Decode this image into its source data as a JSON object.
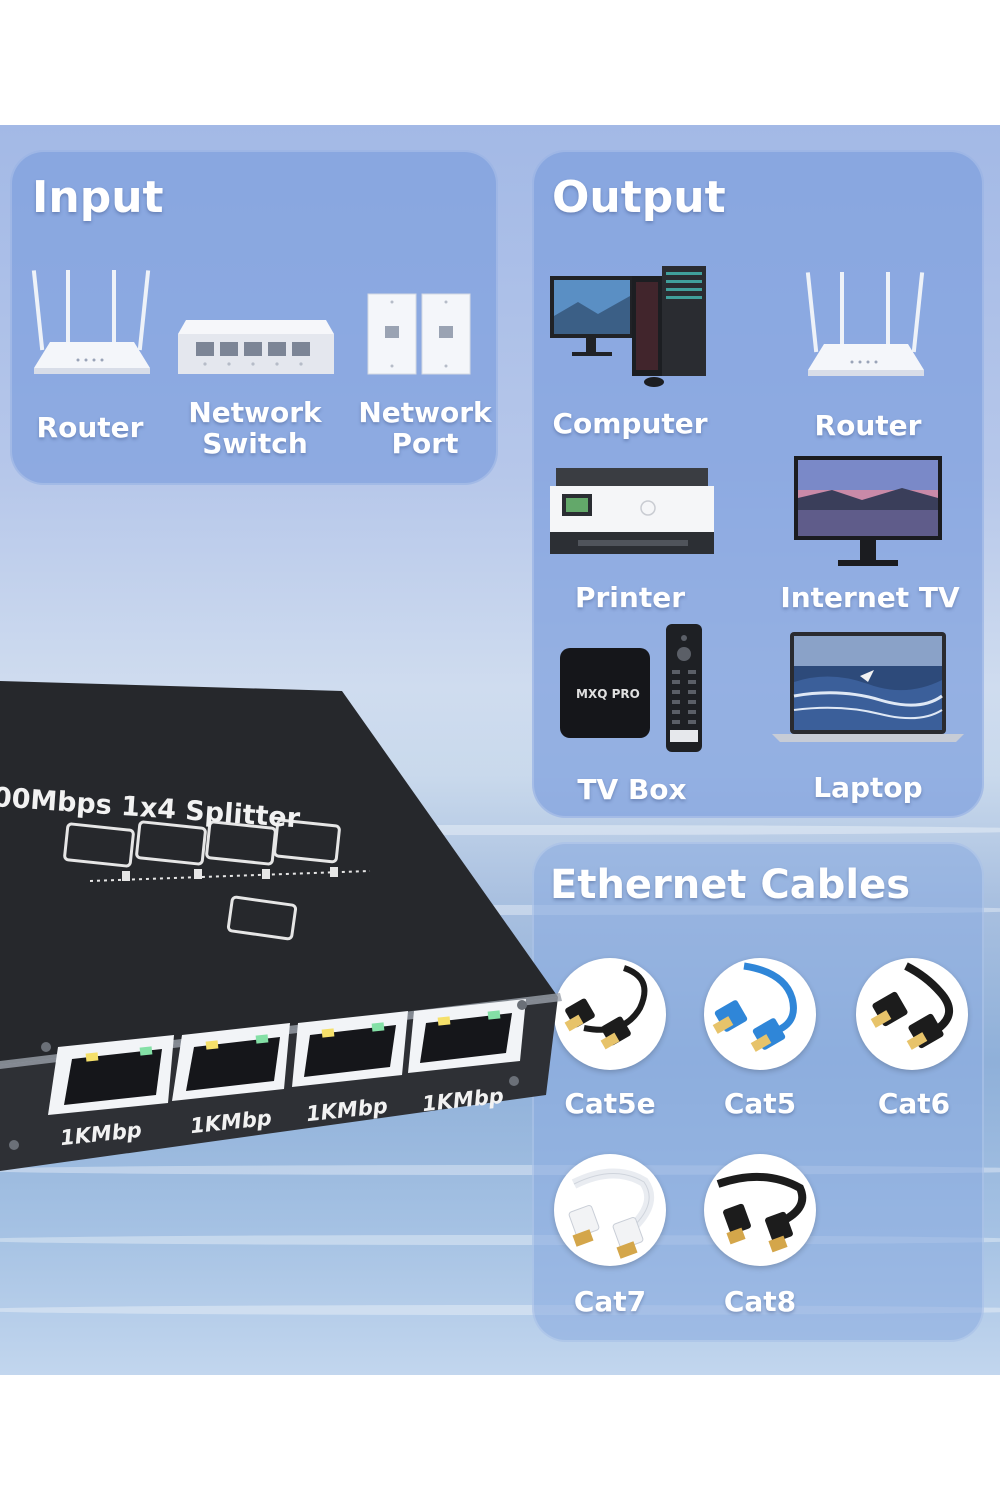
{
  "input": {
    "title": "Input",
    "items": [
      {
        "label": "Router",
        "icon": "router-icon"
      },
      {
        "label": "Network\nSwitch",
        "icon": "network-switch-icon"
      },
      {
        "label": "Network\nPort",
        "icon": "network-port-icon"
      }
    ]
  },
  "output": {
    "title": "Output",
    "items": [
      {
        "label": "Computer",
        "icon": "computer-icon"
      },
      {
        "label": "Router",
        "icon": "router-icon"
      },
      {
        "label": "Printer",
        "icon": "printer-icon"
      },
      {
        "label": "Internet TV",
        "icon": "monitor-icon"
      },
      {
        "label": "TV Box",
        "icon": "tv-box-icon"
      },
      {
        "label": "Laptop",
        "icon": "laptop-icon"
      }
    ]
  },
  "cables": {
    "title": "Ethernet Cables",
    "items": [
      {
        "label": "Cat5e",
        "color": "#1c1c1c"
      },
      {
        "label": "Cat5",
        "color": "#2f86d8"
      },
      {
        "label": "Cat6",
        "color": "#1c1c1c"
      },
      {
        "label": "Cat7",
        "color": "#f4f4f4"
      },
      {
        "label": "Cat8",
        "color": "#1c1c1c"
      }
    ]
  },
  "device": {
    "name": "00Mbps 1x4 Splitter",
    "tv_box_brand": "MXQ PRO",
    "ports": [
      "1KMbp",
      "1KMbp",
      "1KMbp",
      "1KMbp"
    ]
  },
  "colors": {
    "panel": "#7ea0de",
    "text": "#ffffff",
    "device_body": "#26282c"
  }
}
